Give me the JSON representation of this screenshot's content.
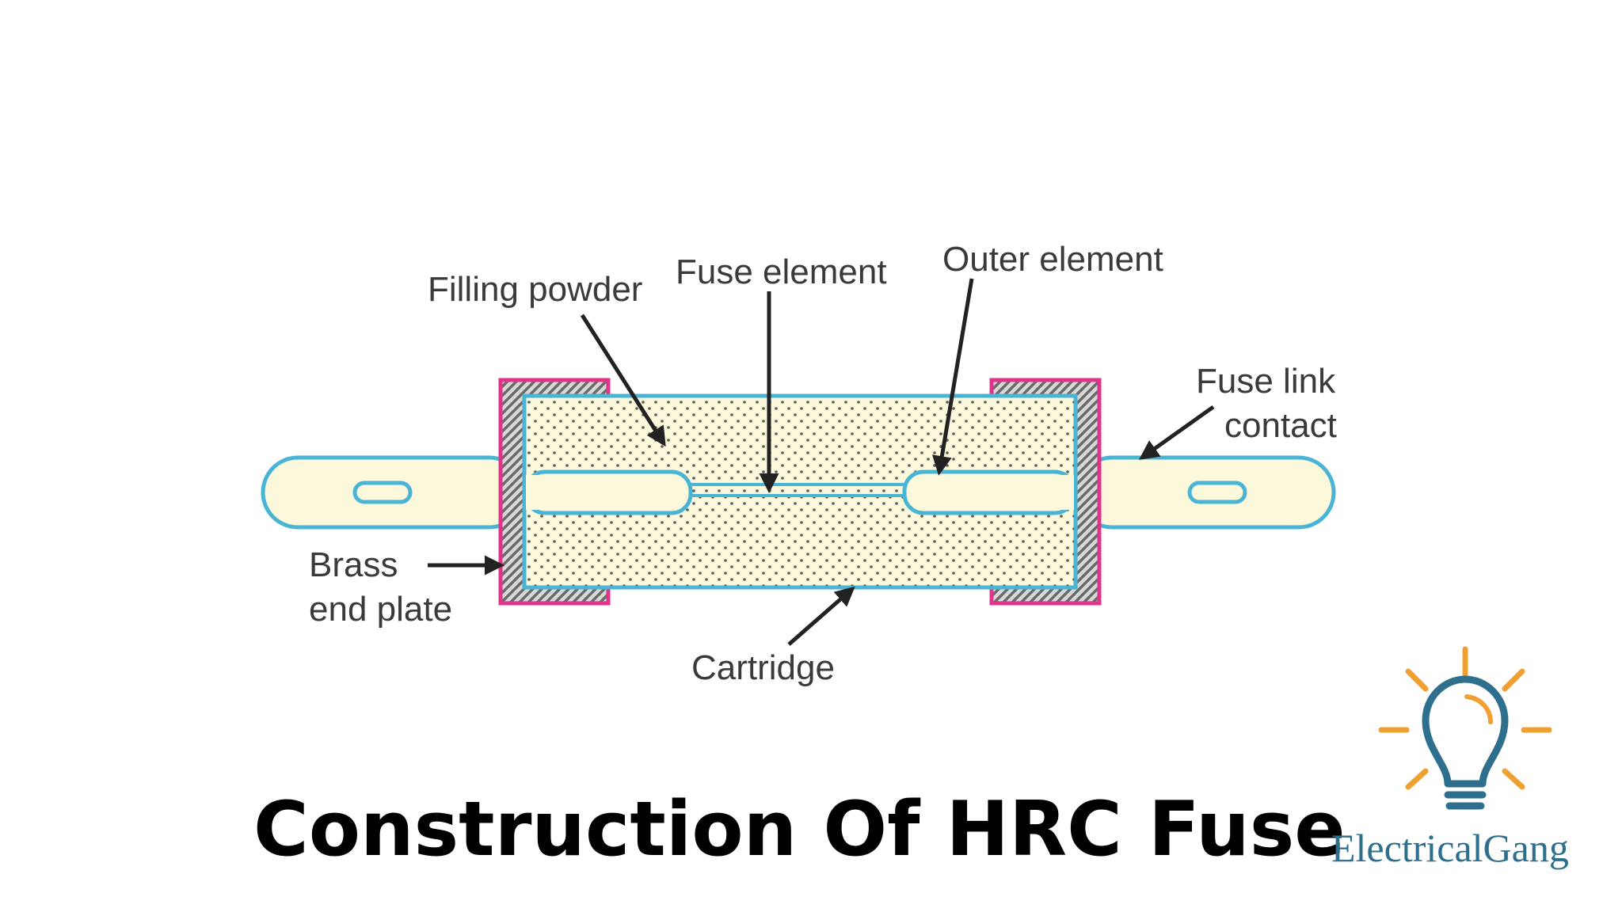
{
  "labels": {
    "filling_powder": "Filling powder",
    "fuse_element": "Fuse element",
    "outer_element": "Outer element",
    "fuse_link_contact_line1": "Fuse link",
    "fuse_link_contact_line2": "contact",
    "brass_end_plate_line1": "Brass",
    "brass_end_plate_line2": "end plate",
    "cartridge": "Cartridge"
  },
  "title": "Construction Of HRC Fuse",
  "logo": {
    "text": "ElectricalGang",
    "icon": "lightbulb-icon",
    "text_color": "#2e6f8e",
    "ray_color": "#f0a030",
    "bulb_color": "#2e6f8e"
  },
  "colors": {
    "outline": "#4ab4d4",
    "fill": "#fbf8dc",
    "end_cap": "#e0338a",
    "hatch": "#707070",
    "dots": "#5a5a5a",
    "arrows": "#222222"
  }
}
